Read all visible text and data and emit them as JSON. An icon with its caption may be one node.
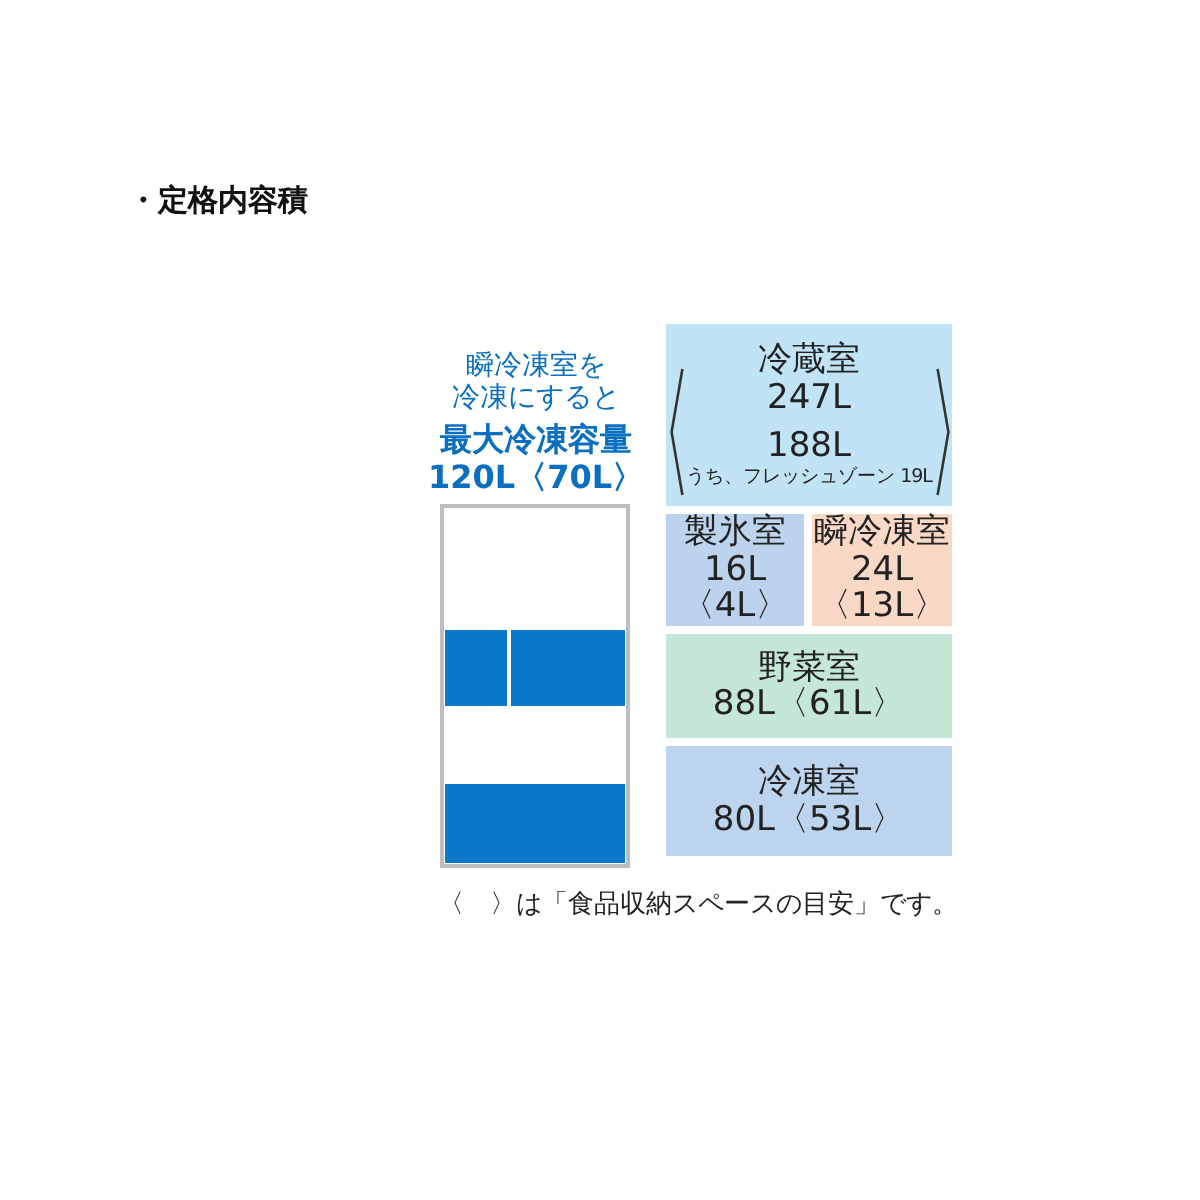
{
  "diagram": {
    "title": "・定格内容積",
    "nodes": [
      {
        "text": [
          "冷蔵室",
          "247L",
          "188L",
          "うち、フレッシュゾーン 19L"
        ]
      },
      {
        "text": [
          "製氷室",
          "16L",
          "〈4L〉"
        ]
      },
      {
        "text": [
          "瞬冷凍室",
          "24L",
          "〈13L〉"
        ]
      },
      {
        "text": [
          "野菜室",
          "88L〈61L〉"
        ]
      },
      {
        "text": [
          "冷凍室",
          "80L〈53L〉"
        ]
      }
    ],
    "labels": [
      "瞬冷凍室を冷凍にすると",
      "最大冷凍容量",
      "120L〈70L〉",
      "〈　〉は「食品収納スペースの目安」です。"
    ]
  }
}
